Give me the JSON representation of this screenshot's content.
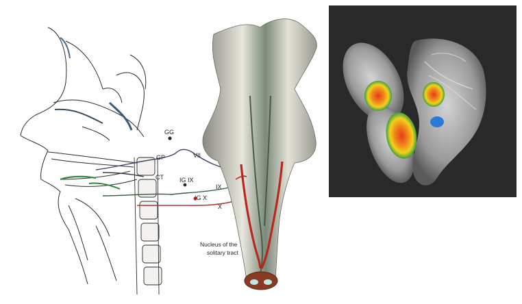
{
  "labels": {
    "gp": "GP",
    "gg": "GG",
    "vii": "VII",
    "ct": "CT",
    "ig_ix": "IG IX",
    "ix": "IX",
    "ig_x": "IG X",
    "x": "X"
  },
  "caption": {
    "line1": "Nucleus of the",
    "line2": "solitary tract"
  },
  "colors": {
    "nerve_vii": "#4a3a6a",
    "nerve_ix": "#2f5a3a",
    "nerve_x": "#b03030",
    "brainstem_red": "#b8281c",
    "fmri_background": "#2e2e2e",
    "activation_hot": "#e83a1a",
    "activation_mid": "#f2d21c",
    "activation_edge": "#3aa040",
    "activation_blue": "#2a7ad8"
  },
  "icons": [
    "ganglion-dot-icon"
  ]
}
